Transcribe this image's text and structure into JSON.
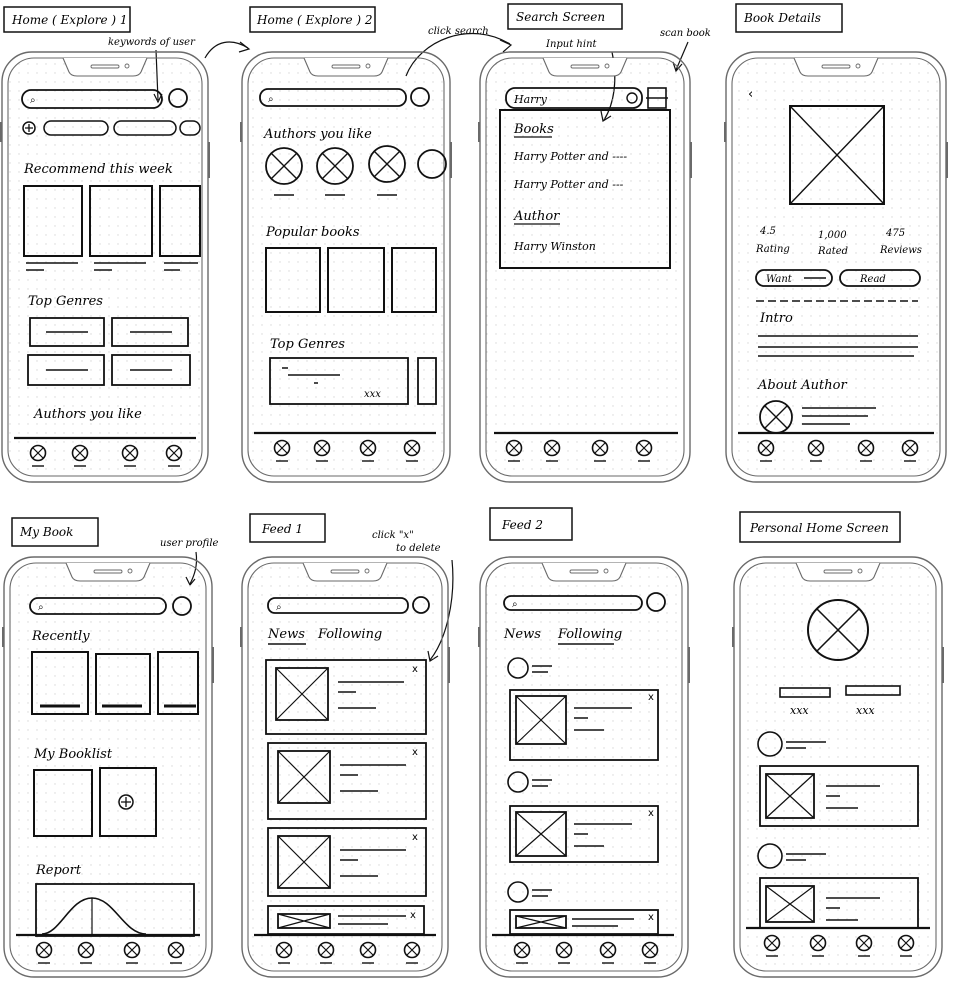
{
  "frames": [
    {
      "title": "Home ( Explore ) 1"
    },
    {
      "title": "Home ( Explore ) 2"
    },
    {
      "title": "Search Screen"
    },
    {
      "title": "Book Details"
    },
    {
      "title": "My Book"
    },
    {
      "title": "Feed 1"
    },
    {
      "title": "Feed 2"
    },
    {
      "title": "Personal Home Screen"
    }
  ],
  "notes": {
    "keywords": "keywords of user",
    "click_search": "click search",
    "input_hint": "Input hint",
    "scan_book": "scan book",
    "user_profile": "user profile",
    "click_x_1": "click \"x\"",
    "click_x_2": "to delete"
  },
  "explore1": {
    "recommend": "Recommend this week",
    "top_genres": "Top Genres",
    "authors": "Authors you like"
  },
  "explore2": {
    "authors": "Authors you like",
    "popular": "Popular books",
    "top_genres": "Top Genres",
    "card_author": "xxx"
  },
  "search": {
    "query": "Harry",
    "books_head": "Books",
    "book1": "Harry Potter and ----",
    "book2": "Harry Potter and ---",
    "author_head": "Author",
    "author1": "Harry Winston"
  },
  "details": {
    "rating_value": "4.5",
    "rating_label": "Rating",
    "rated_value": "1,000",
    "rated_label": "Rated",
    "reviews_value": "475",
    "reviews_label": "Reviews",
    "want": "Want",
    "read": "Read",
    "intro": "Intro",
    "about": "About Author"
  },
  "mybook": {
    "recently": "Recently",
    "booklist": "My Booklist",
    "report": "Report"
  },
  "feed": {
    "news": "News",
    "following": "Following",
    "x": "x"
  },
  "personal": {
    "stat1": "xxx",
    "stat2": "xxx"
  },
  "colors": {
    "ink": "#111111",
    "phone_outline": "#6a6a6a",
    "dot_grid": "#d6d6d6"
  }
}
